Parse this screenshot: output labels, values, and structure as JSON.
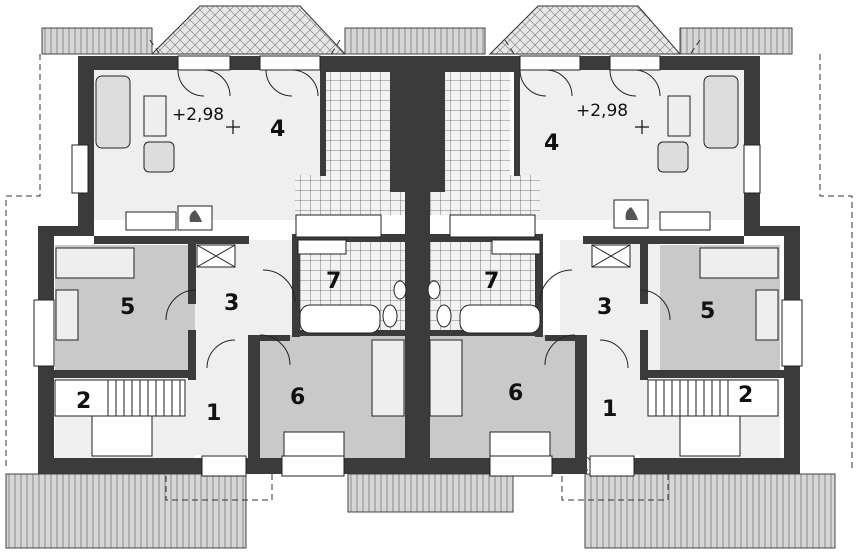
{
  "rooms": {
    "r1": "1",
    "r2": "2",
    "r3": "3",
    "r4": "4",
    "r5": "5",
    "r6": "6",
    "r7": "7"
  },
  "elevation": "+2,98",
  "colors": {
    "wall": "#3b3b3b",
    "room_light": "#efefef",
    "room_grey": "#c9c9c9",
    "roof": "#d3d3d3",
    "tile_grid": "#555555"
  },
  "icons": [
    "fireplace-icon",
    "bathtub-icon",
    "toilet-icon",
    "washbasin-icon",
    "bed-icon",
    "desk-icon",
    "armchair-icon",
    "sofa-icon",
    "stove-icon",
    "stair-icon"
  ]
}
